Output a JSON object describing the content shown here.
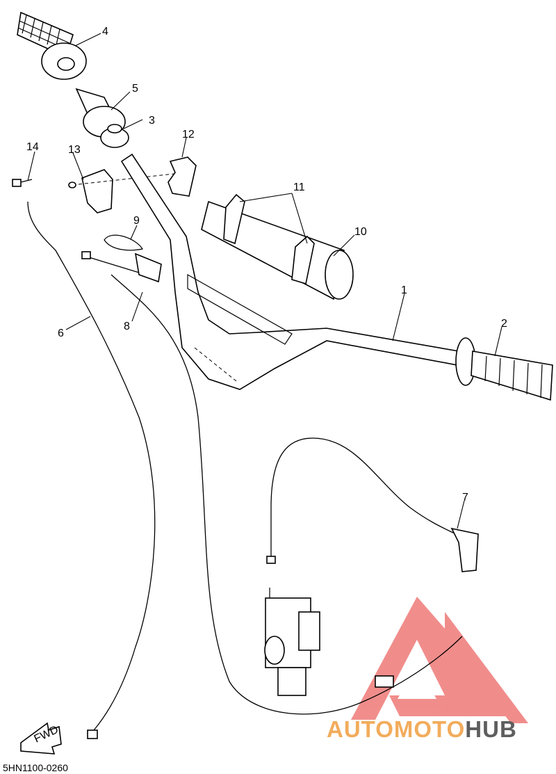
{
  "callouts": [
    "1",
    "2",
    "3",
    "4",
    "5",
    "6",
    "7",
    "8",
    "9",
    "10",
    "11",
    "12",
    "13",
    "14"
  ],
  "fwd_label": "FWD",
  "diagram_code": "5HN1100-0260",
  "watermark": {
    "part1": "AUTOMOTO",
    "part2": "HUB",
    "color1": "#f2ac5c",
    "color2": "#5e5e5e",
    "logo_color": "#e5312d"
  }
}
